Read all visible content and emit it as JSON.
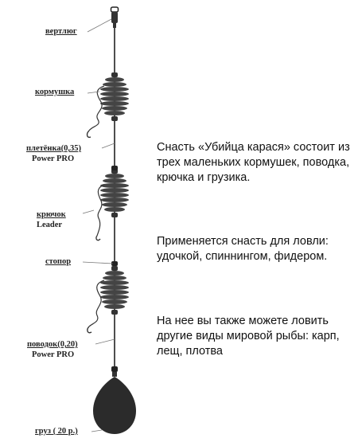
{
  "labels": {
    "swivel": "вертлюг",
    "feeder": "кормушка",
    "braid": "плетёнка(0,35)",
    "braid_brand": "Power PRO",
    "hook": "крючок",
    "hook_brand": "Leader",
    "stopper": "стопор",
    "leash": "поводок(0,20)",
    "leash_brand": "Power PRO",
    "weight": "груз ( 20 р.)"
  },
  "description": {
    "p1": "Снасть «Убийца карася» состоит из трех маленьких кормушек, поводка, крючка и грузика.",
    "p2": "Применяется снасть для ловли: удочкой, спиннингом, фидером.",
    "p3": "На нее вы также можете ловить другие виды мировой рыбы: карп, лещ, плотва"
  }
}
